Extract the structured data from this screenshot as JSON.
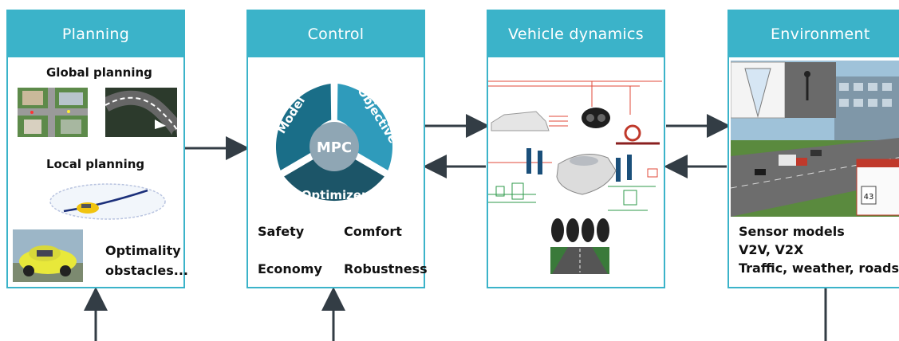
{
  "panels": {
    "planning": {
      "title": "Planning",
      "global_label": "Global planning",
      "local_label": "Local planning",
      "notes": [
        "Optimality",
        "obstacles..."
      ]
    },
    "control": {
      "title": "Control",
      "center_label": "MPC",
      "segments": [
        "Model",
        "Objective",
        "Optimizer"
      ],
      "criteria": [
        "Safety",
        "Comfort",
        "Economy",
        "Robustness"
      ]
    },
    "vehicle_dynamics": {
      "title": "Vehicle dynamics"
    },
    "environment": {
      "title": "Environment",
      "lines": [
        "Sensor models",
        "V2V, V2X",
        "Traffic, weather, roads..."
      ],
      "screen_speed": "43"
    }
  },
  "colors": {
    "header": "#3bb3c9",
    "mpc_dark": "#1a6e88",
    "mpc_light": "#2f9bbb",
    "mpc_center": "#8fa6b4",
    "arrow": "#333d45"
  }
}
